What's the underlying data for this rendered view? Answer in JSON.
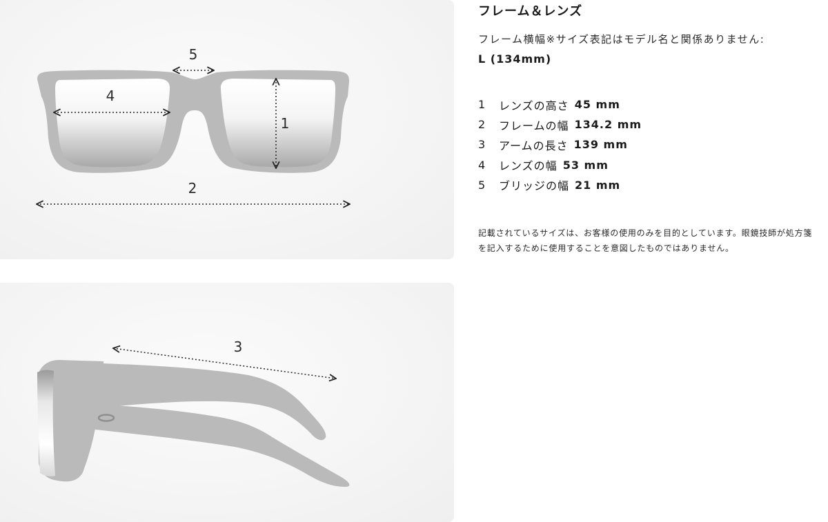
{
  "diagram": {
    "front_labels": {
      "lens_height": "1",
      "frame_width": "2",
      "lens_width": "4",
      "bridge_width": "5"
    },
    "side_labels": {
      "arm_length": "3"
    }
  },
  "info": {
    "title": "フレーム＆レンズ",
    "size_caption": "フレーム横幅※サイズ表記はモデル名と関係ありません:",
    "size_value": "L (134mm)",
    "specs": [
      {
        "num": "1",
        "label": "レンズの高さ",
        "value": "45 mm"
      },
      {
        "num": "2",
        "label": "フレームの幅",
        "value": "134.2 mm"
      },
      {
        "num": "3",
        "label": "アームの長さ",
        "value": "139 mm"
      },
      {
        "num": "4",
        "label": "レンズの幅",
        "value": "53 mm"
      },
      {
        "num": "5",
        "label": "ブリッジの幅",
        "value": "21 mm"
      }
    ],
    "note": "記載されているサイズは、お客様の使用のみを目的としています。眼鏡技師が処方箋を記入するために使用することを意図したものではありません。"
  },
  "colors": {
    "frame": "#b9b9b9",
    "text": "#1a1a1a",
    "panel_bg": "#f5f5f5"
  }
}
